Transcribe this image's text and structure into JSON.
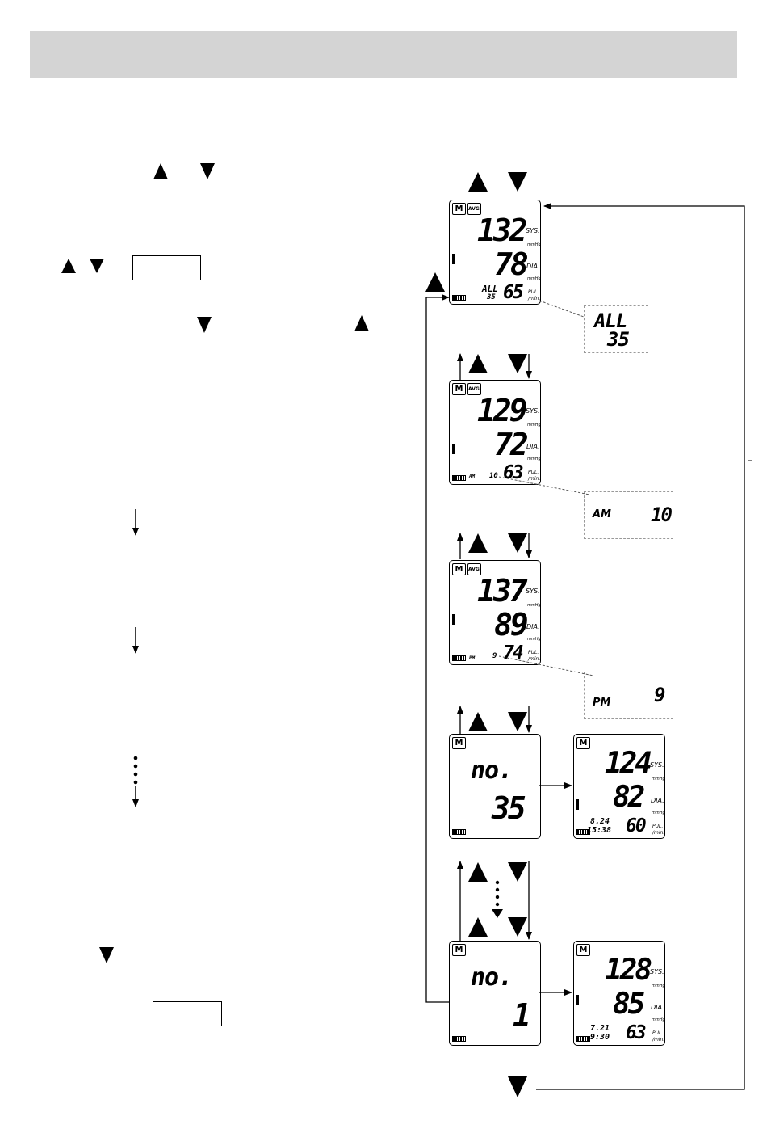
{
  "displays": {
    "avg_all": {
      "sys": "132",
      "dia": "78",
      "pulse": "65",
      "tag": "ALL",
      "count": "35",
      "sys_unit": "SYS.",
      "dia_unit": "DIA.",
      "pul_unit": "PUL.",
      "min_unit": "/min.",
      "mmhg": "mmHg"
    },
    "avg_am": {
      "sys": "129",
      "dia": "72",
      "pulse": "63",
      "tag": "AM",
      "count": "10",
      "sys_unit": "SYS.",
      "dia_unit": "DIA.",
      "pul_unit": "PUL.",
      "min_unit": "/min.",
      "mmhg": "mmHg"
    },
    "avg_pm": {
      "sys": "137",
      "dia": "89",
      "pulse": "74",
      "tag": "PM",
      "count": "9",
      "sys_unit": "SYS.",
      "dia_unit": "DIA.",
      "pul_unit": "PUL.",
      "min_unit": "/min.",
      "mmhg": "mmHg"
    },
    "no35": {
      "label": "no.",
      "number": "35"
    },
    "rec35": {
      "sys": "124",
      "dia": "82",
      "pulse": "60",
      "date": "8.24",
      "time": "15:38",
      "sys_unit": "SYS.",
      "dia_unit": "DIA.",
      "pul_unit": "PUL.",
      "min_unit": "/min.",
      "mmhg": "mmHg"
    },
    "no1": {
      "label": "no.",
      "number": "1"
    },
    "rec1": {
      "sys": "128",
      "dia": "85",
      "pulse": "63",
      "date": "7.21",
      "time": "9:30",
      "sys_unit": "SYS.",
      "dia_unit": "DIA.",
      "pul_unit": "PUL.",
      "min_unit": "/min.",
      "mmhg": "mmHg"
    }
  },
  "callouts": {
    "all": {
      "tag": "ALL",
      "count": "35"
    },
    "am": {
      "tag": "AM",
      "count": "10"
    },
    "pm": {
      "tag": "PM",
      "count": "9"
    }
  },
  "icons": {
    "memory": "M",
    "average": "AVG."
  }
}
